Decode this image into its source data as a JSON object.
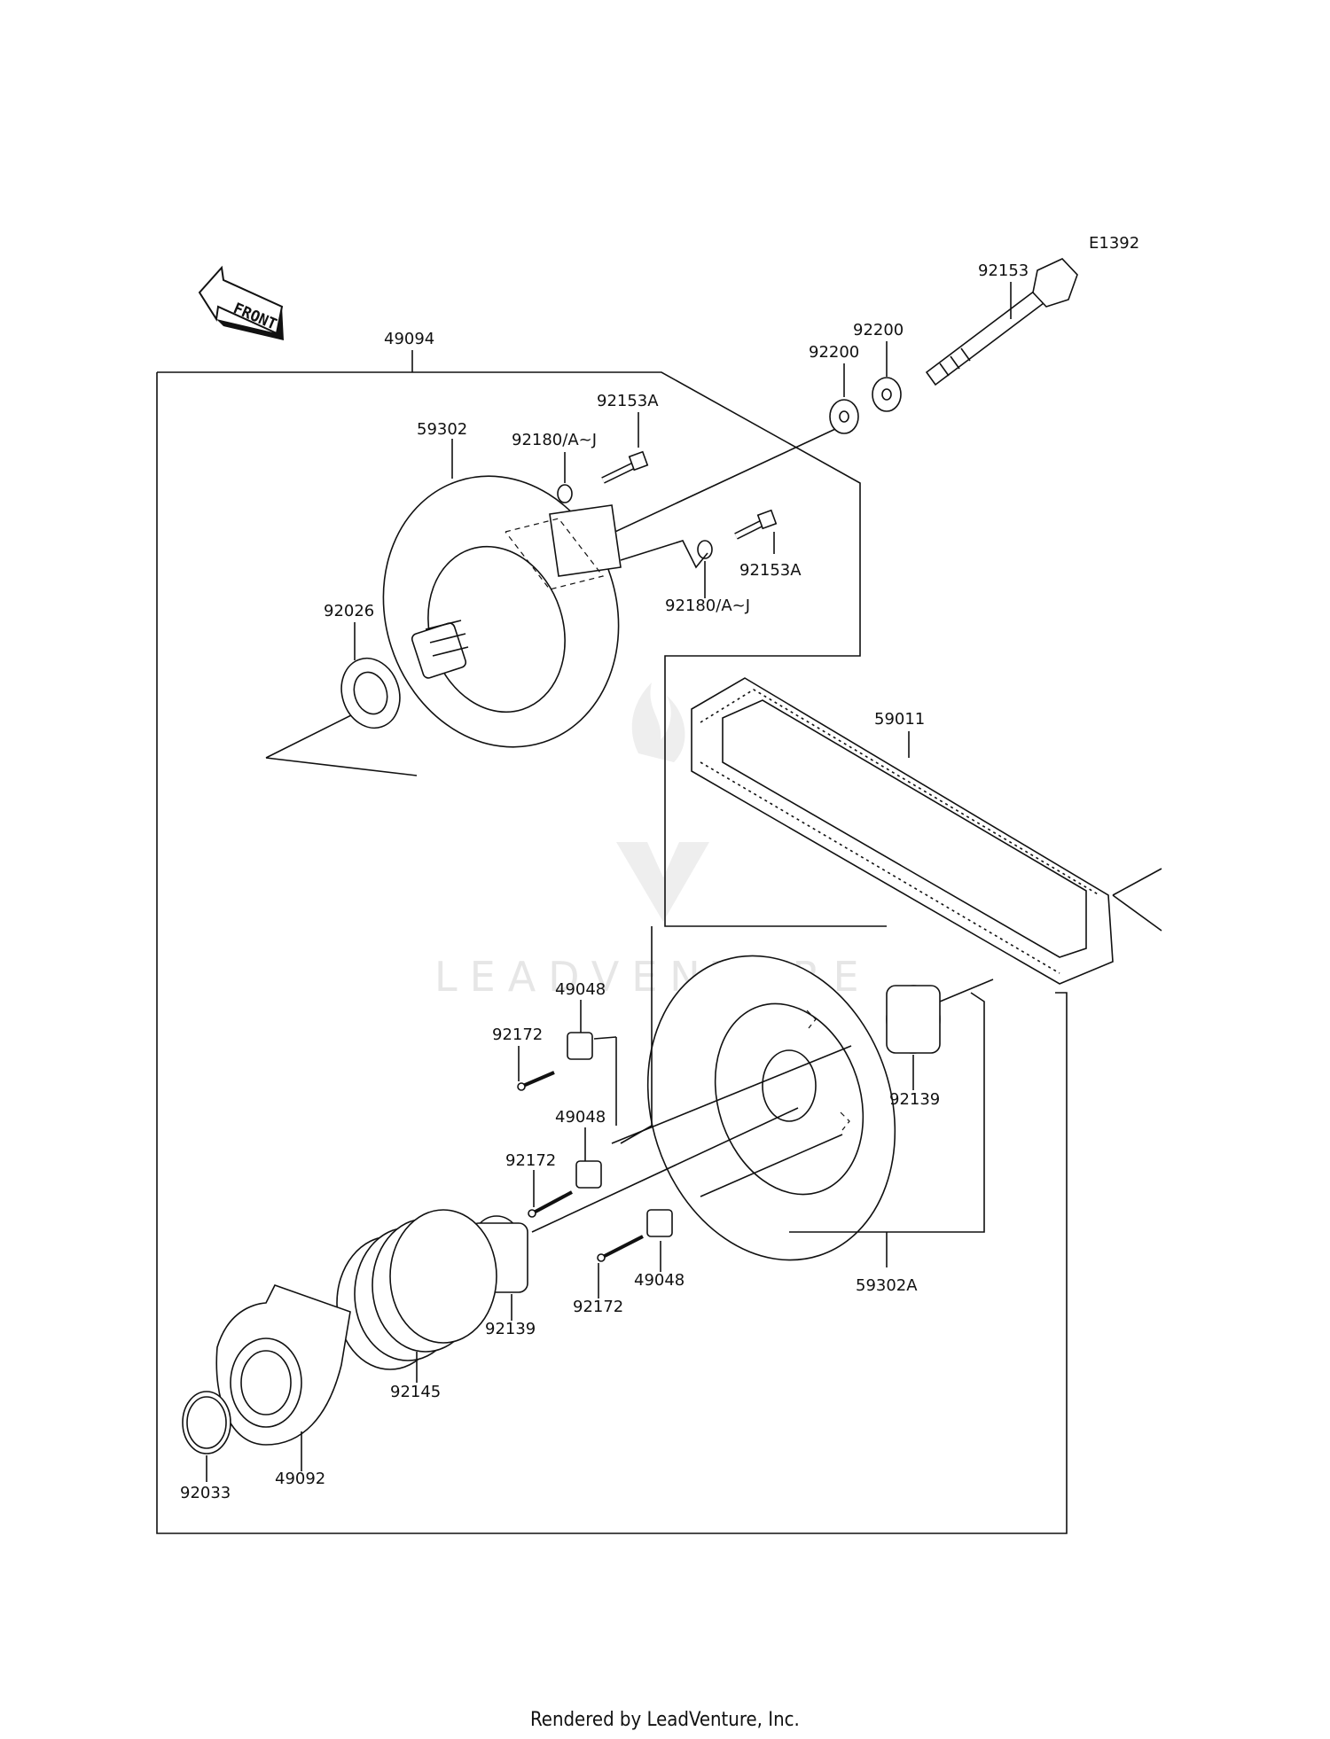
{
  "diagram_code": "E1392",
  "front_label": "FRONT",
  "watermark": "LEADVENTURE",
  "footer": "Rendered by LeadVenture, Inc.",
  "parts": [
    {
      "id": "p49094",
      "number": "49094"
    },
    {
      "id": "p59302",
      "number": "59302"
    },
    {
      "id": "p92180a",
      "number": "92180/A~J"
    },
    {
      "id": "p92153a_top",
      "number": "92153A"
    },
    {
      "id": "p92200a",
      "number": "92200"
    },
    {
      "id": "p92200b",
      "number": "92200"
    },
    {
      "id": "p92153",
      "number": "92153"
    },
    {
      "id": "p92153a_side",
      "number": "92153A"
    },
    {
      "id": "p92180b",
      "number": "92180/A~J"
    },
    {
      "id": "p92026",
      "number": "92026"
    },
    {
      "id": "p59011",
      "number": "59011"
    },
    {
      "id": "p49048a",
      "number": "49048"
    },
    {
      "id": "p92172a",
      "number": "92172"
    },
    {
      "id": "p49048b",
      "number": "49048"
    },
    {
      "id": "p92172b",
      "number": "92172"
    },
    {
      "id": "p92139a",
      "number": "92139"
    },
    {
      "id": "p49048c",
      "number": "49048"
    },
    {
      "id": "p92172c",
      "number": "92172"
    },
    {
      "id": "p59302a",
      "number": "59302A"
    },
    {
      "id": "p92139b",
      "number": "92139"
    },
    {
      "id": "p92145",
      "number": "92145"
    },
    {
      "id": "p92033",
      "number": "92033"
    },
    {
      "id": "p49092",
      "number": "49092"
    }
  ]
}
